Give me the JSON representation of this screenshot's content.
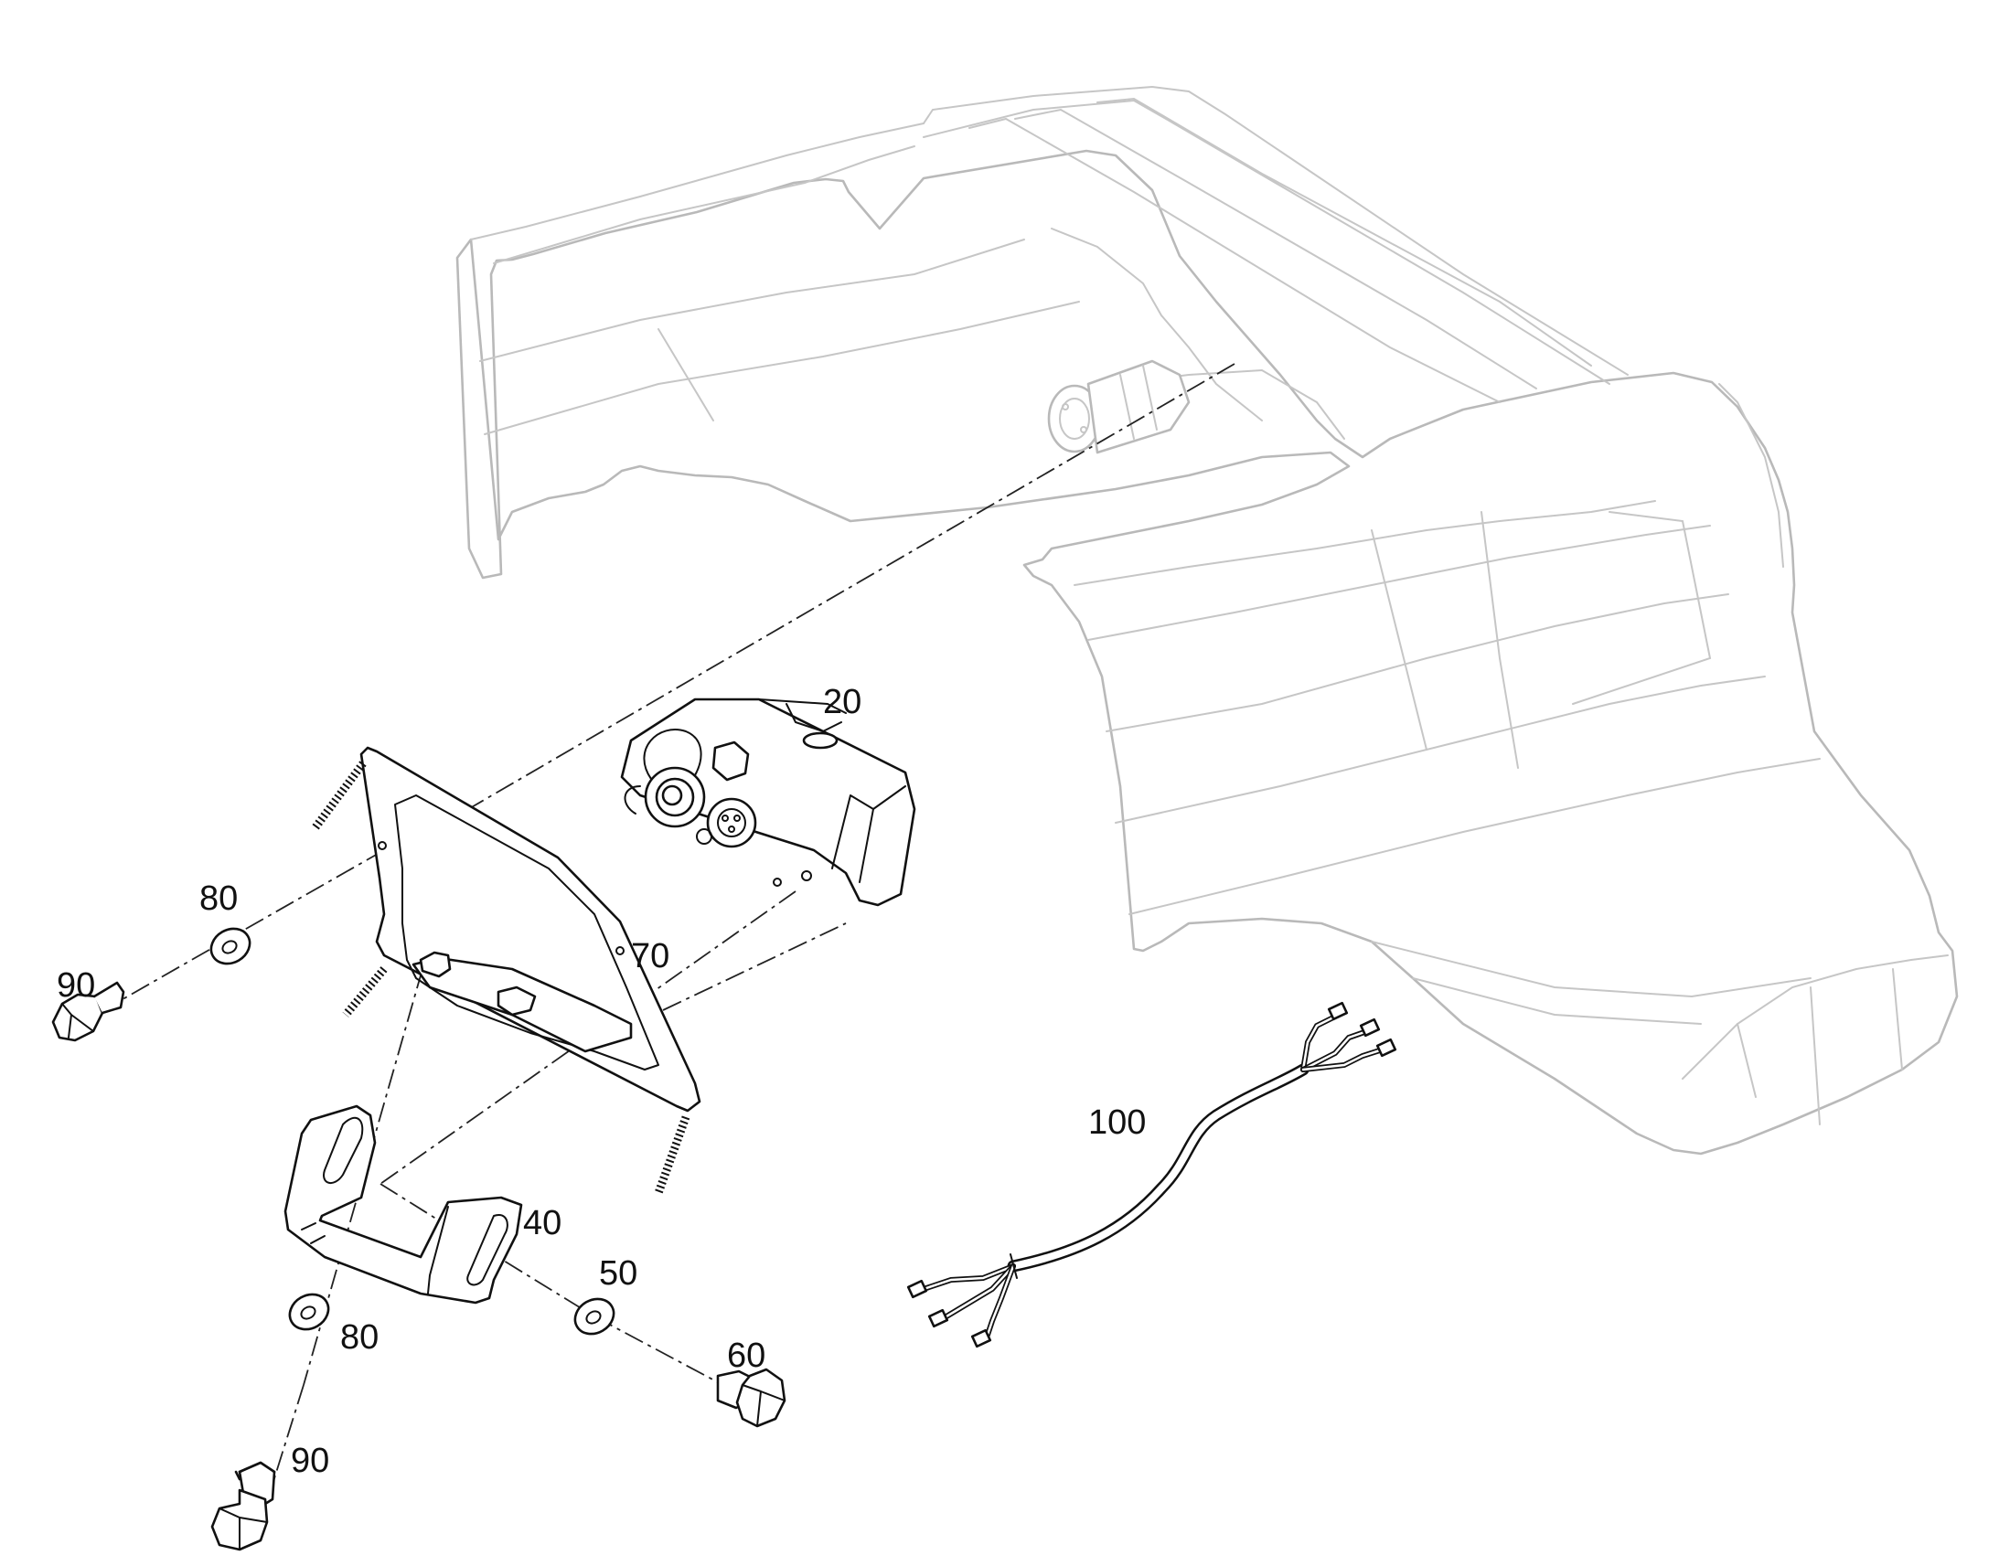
{
  "callouts": [
    {
      "id": "20",
      "text": "20"
    },
    {
      "id": "70",
      "text": "70"
    },
    {
      "id": "80a",
      "text": "80"
    },
    {
      "id": "90a",
      "text": "90"
    },
    {
      "id": "100",
      "text": "100"
    },
    {
      "id": "40",
      "text": "40"
    },
    {
      "id": "50",
      "text": "50"
    },
    {
      "id": "80b",
      "text": "80"
    },
    {
      "id": "60",
      "text": "60"
    },
    {
      "id": "90b",
      "text": "90"
    }
  ],
  "colors": {
    "fender_outline": "#b9b9b9",
    "part_outline": "#111111",
    "background": "#ffffff"
  }
}
